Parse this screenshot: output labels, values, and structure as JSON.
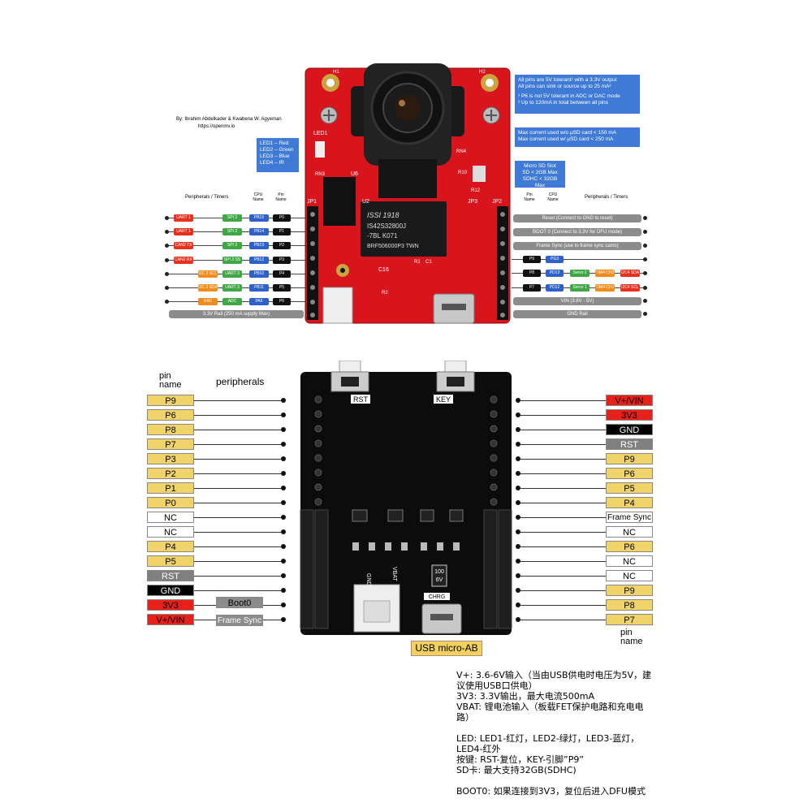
{
  "top": {
    "authors": "By: Ibrahim Abdelkader & Kwabena W. Agyeman",
    "url": "https://openmv.io",
    "led_legend": [
      "LED1 – Red",
      "LED2 – Green",
      "LED3 – Blue",
      "LED4 – IR"
    ],
    "info_main": [
      "All pins are 5V tolerant¹ with a 3.3V output",
      "All pins can sink or source up to 25 mA²",
      "",
      "¹ P6 is not 5V tolerant in ADC or DAC mode",
      "² Up to 120mA in total between all pins"
    ],
    "info_current": [
      "Max current used w/o µSD card < 150 mA",
      "Max current used w/ µSD card < 250 mA"
    ],
    "info_sd": [
      "Micro SD Slot",
      "SD < 2GB Max",
      "SDHC < 32GB Max"
    ],
    "left_header": {
      "peripherals": "Peripherals / Timers",
      "cpu": "CPU Name",
      "pin": "Pin Name"
    },
    "right_header": {
      "pin": "Pin Name",
      "cpu": "CPU Name",
      "peripherals": "Peripherals / Timers"
    },
    "left_rows": [
      {
        "p1": "UART 1 RX",
        "p2": "SPI 2 MOSI",
        "cpu": "PB15",
        "pin": "P0"
      },
      {
        "p1": "UART 1 TX",
        "p2": "SPI 2 MISO",
        "cpu": "PB14",
        "pin": "P1"
      },
      {
        "p1": "CAN2 TX",
        "p2": "SPI 2 SCLK",
        "cpu": "PB13",
        "pin": "P2"
      },
      {
        "p1": "CAN2 RX",
        "p2": "SPI 2 SS",
        "cpu": "PB12",
        "pin": "P3"
      },
      {
        "p1": "I2C 2 SCL",
        "p2": "UART 3 TX",
        "cpu": "PB10",
        "pin": "P4"
      },
      {
        "p1": "I2C 2 SDA",
        "p2": "UART 3 RX",
        "cpu": "PB11",
        "pin": "P5"
      },
      {
        "p1": "DAC",
        "p2": "ADC",
        "cpu": "PA5",
        "pin": "P6"
      }
    ],
    "left_rail": "3.3V Rail (250 mA supply Max)",
    "right_bars": [
      "Reset (Connect to GND to reset)",
      "BOOT 0 (Connect to 3.3V for DFU mode)",
      "Frame Sync (use to frame sync cams)"
    ],
    "right_rows": [
      {
        "pin": "P9",
        "cpu": "PG3",
        "p1": "",
        "p2": ""
      },
      {
        "pin": "P8",
        "cpu": "PD13",
        "p1": "Servo 2",
        "p2": "TIM4 CH2",
        "p3": "I2C4 SDA"
      },
      {
        "pin": "P7",
        "cpu": "PD12",
        "p1": "Servo 1",
        "p2": "TIM4 CH1",
        "p3": "I2C4 SCL"
      }
    ],
    "right_vin": "VIN (3.6V - 5V)",
    "right_gnd": "GND Rail",
    "chip_text": [
      "ISSI 1918",
      "IS42S32800J",
      "-7BL  K071",
      "BRF506000P3 TWN"
    ],
    "board_labels": [
      "LED1",
      "RN3",
      "U6",
      "U2",
      "JP1",
      "JP2",
      "JP3",
      "C16",
      "R1",
      "C1",
      "R2",
      "RN4",
      "R10",
      "R12",
      "H1",
      "H2"
    ]
  },
  "bottom": {
    "left_header": [
      "pin",
      "name"
    ],
    "peripherals_header": "peripherals",
    "left_pins": [
      {
        "name": "P9",
        "color": "#f0d46a",
        "text": "#000"
      },
      {
        "name": "P6",
        "color": "#f0d46a",
        "text": "#000"
      },
      {
        "name": "P8",
        "color": "#f0d46a",
        "text": "#000"
      },
      {
        "name": "P7",
        "color": "#f0d46a",
        "text": "#000"
      },
      {
        "name": "P3",
        "color": "#f0d46a",
        "text": "#000"
      },
      {
        "name": "P2",
        "color": "#f0d46a",
        "text": "#000"
      },
      {
        "name": "P1",
        "color": "#f0d46a",
        "text": "#000"
      },
      {
        "name": "P0",
        "color": "#f0d46a",
        "text": "#000"
      },
      {
        "name": "NC",
        "color": "#ffffff",
        "text": "#000"
      },
      {
        "name": "NC",
        "color": "#ffffff",
        "text": "#000"
      },
      {
        "name": "P4",
        "color": "#f0d46a",
        "text": "#000"
      },
      {
        "name": "P5",
        "color": "#f0d46a",
        "text": "#000"
      },
      {
        "name": "RST",
        "color": "#808080",
        "text": "#fff"
      },
      {
        "name": "GND",
        "color": "#000000",
        "text": "#fff"
      },
      {
        "name": "3V3",
        "color": "#e8201a",
        "text": "#000"
      },
      {
        "name": "V+/VIN",
        "color": "#e8201a",
        "text": "#000"
      }
    ],
    "left_extra": [
      {
        "row": 14,
        "label": "Boot0"
      },
      {
        "row": 15,
        "label": "Frame Sync"
      }
    ],
    "right_pins": [
      {
        "name": "V+/VIN",
        "color": "#e8201a",
        "text": "#000"
      },
      {
        "name": "3V3",
        "color": "#e8201a",
        "text": "#000"
      },
      {
        "name": "GND",
        "color": "#000000",
        "text": "#fff"
      },
      {
        "name": "RST",
        "color": "#808080",
        "text": "#fff"
      },
      {
        "name": "P9",
        "color": "#f0d46a",
        "text": "#000"
      },
      {
        "name": "P6",
        "color": "#f0d46a",
        "text": "#000"
      },
      {
        "name": "P5",
        "color": "#f0d46a",
        "text": "#000"
      },
      {
        "name": "P4",
        "color": "#f0d46a",
        "text": "#000"
      },
      {
        "name": "Frame Sync",
        "color": "#ffffff",
        "text": "#000"
      },
      {
        "name": "NC",
        "color": "#ffffff",
        "text": "#000"
      },
      {
        "name": "P6",
        "color": "#f0d46a",
        "text": "#000"
      },
      {
        "name": "NC",
        "color": "#ffffff",
        "text": "#000"
      },
      {
        "name": "NC",
        "color": "#ffffff",
        "text": "#000"
      },
      {
        "name": "P9",
        "color": "#f0d46a",
        "text": "#000"
      },
      {
        "name": "P8",
        "color": "#f0d46a",
        "text": "#000"
      },
      {
        "name": "P7",
        "color": "#f0d46a",
        "text": "#000"
      }
    ],
    "right_footer": [
      "pin",
      "name"
    ],
    "board_buttons": [
      "RST",
      "KEY"
    ],
    "board_labels": {
      "gnd": "GND",
      "vbat": "VBAT",
      "chrg": "CHRG",
      "cap1": "100",
      "cap2": "6V"
    },
    "usb_label": "USB micro-AB"
  },
  "notes": [
    "V+:  3.6-6V输入（当由USB供电时电压为5V，建",
    "        议使用USB口供电）",
    "3V3:  3.3V输出，最大电流500mA",
    "VBAT:  锂电池输入（板载FET保护电路和充电电",
    "            路）",
    "",
    "LED:  LED1-红灯，LED2-绿灯，LED3-蓝灯，",
    "          LED4-红外",
    "按键:  RST-复位，KEY-引脚”P9”",
    "SD卡:  最大支持32GB(SDHC)",
    "",
    "BOOT0:  如果连接到3V3，复位后进入DFU模式"
  ]
}
